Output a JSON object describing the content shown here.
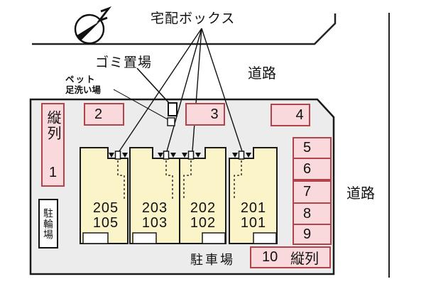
{
  "labels": {
    "delivery_box": "宅配ボックス",
    "garbage_area": "ゴミ置場",
    "pet_wash_line1": "ペット",
    "pet_wash_line2": "足洗い場",
    "road_top": "道路",
    "road_right": "道路",
    "parking_lot": "駐車場",
    "bicycle_parking": "駐輪場"
  },
  "units": [
    {
      "upper_room": "205",
      "lower_room": "105"
    },
    {
      "upper_room": "203",
      "lower_room": "103"
    },
    {
      "upper_room": "202",
      "lower_room": "102"
    },
    {
      "upper_room": "201",
      "lower_room": "101"
    }
  ],
  "parking": {
    "space_1": {
      "number": "1",
      "tandem_label": "縦列"
    },
    "space_2": "2",
    "space_3": "3",
    "space_4": "4",
    "space_5": "5",
    "space_6": "6",
    "space_7": "7",
    "space_8": "8",
    "space_9": "9",
    "space_10": {
      "number": "10",
      "tandem_label": "縦列"
    }
  },
  "icons": {
    "compass": "north-arrow",
    "entrance_marker": "down-triangle",
    "delivery_box_marker": "small-box"
  },
  "colors": {
    "site_fill": "#ececec",
    "unit_fill": "#faf4c8",
    "parking_fill": "#f9d9dc",
    "parking_border": "#b2434b",
    "line": "#111111",
    "background": "#ffffff"
  }
}
